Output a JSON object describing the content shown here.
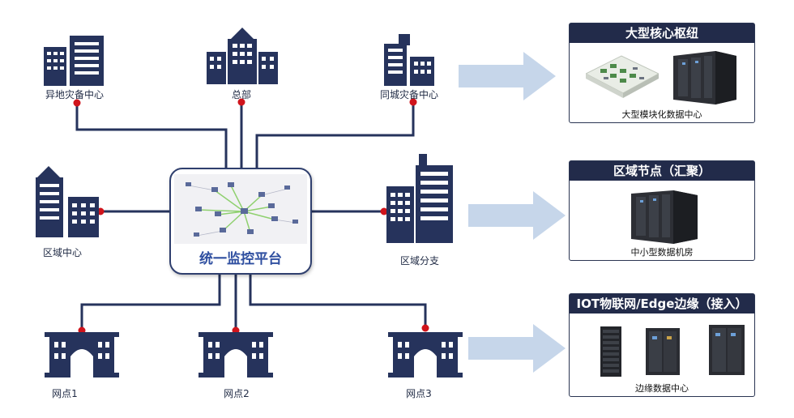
{
  "top_nodes": {
    "remote_backup": "异地灾备中心",
    "headquarters": "总部",
    "same_city_backup": "同城灾备中心"
  },
  "middle_nodes": {
    "regional_center": "区域中心",
    "regional_branch": "区域分支"
  },
  "bottom_nodes": {
    "outlet_1": "网点1",
    "outlet_2": "网点2",
    "outlet_3": "网点3"
  },
  "platform": {
    "title": "统一监控平台"
  },
  "panels": [
    {
      "title": "大型核心枢纽",
      "caption": "大型模块化数据中心"
    },
    {
      "title": "区域节点（汇聚）",
      "caption": "中小型数据机房"
    },
    {
      "title": "IOT物联网/Edge边缘（接入）",
      "caption": "边缘数据中心"
    }
  ],
  "colors": {
    "navy": "#26335c",
    "connector_dot": "#d0141c",
    "arrow": "#c6d6ea",
    "panel_header": "#222b4a"
  }
}
